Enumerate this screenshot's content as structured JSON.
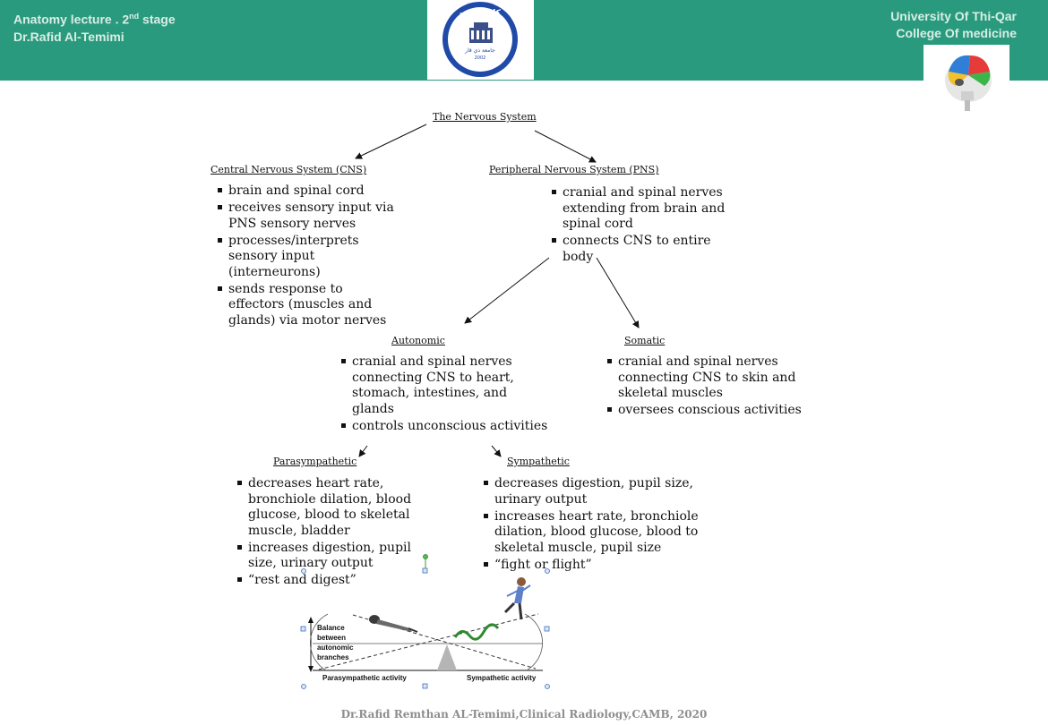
{
  "header": {
    "left_line1": "Anatomy lecture . 2",
    "left_line1_sup": "nd",
    "left_line1_suffix": " stage",
    "left_line2": "Dr.Rafid Al-Temimi",
    "right_line1": "University Of Thi-Qar",
    "right_line2": "College Of  medicine",
    "logo": {
      "arabic_top": "كلية الطب",
      "arabic_center": "جامعة ذي قار",
      "year": "2002",
      "ring_text": "College of Medicine University of Thi-Qar"
    }
  },
  "diagram": {
    "root": "The Nervous System",
    "cns": {
      "title": "Central Nervous System (CNS)",
      "bullets": [
        "brain and spinal cord",
        "receives sensory input via PNS sensory nerves",
        "processes/interprets sensory input (interneurons)",
        "sends response to effectors (muscles and glands) via motor nerves"
      ]
    },
    "pns": {
      "title": "Peripheral Nervous System (PNS)",
      "bullets": [
        "cranial and spinal nerves extending from brain and spinal cord",
        "connects CNS to entire body"
      ]
    },
    "autonomic": {
      "title": "Autonomic",
      "bullets": [
        "cranial and spinal nerves connecting CNS to heart, stomach, intestines, and glands",
        "controls unconscious activities"
      ]
    },
    "somatic": {
      "title": "Somatic",
      "bullets": [
        "cranial and spinal nerves connecting CNS to skin and skeletal muscles",
        "oversees conscious activities"
      ]
    },
    "parasympathetic": {
      "title": "Parasympathetic",
      "bullets": [
        "decreases heart rate, bronchiole dilation, blood glucose, blood to skeletal muscle, bladder",
        "increases digestion, pupil size, urinary output",
        "“rest and digest”"
      ]
    },
    "sympathetic": {
      "title": "Sympathetic",
      "bullets": [
        "decreases digestion, pupil size, urinary output",
        "increases heart rate, bronchiole dilation, blood glucose, blood to skeletal muscle, pupil size",
        "“fight or flight”"
      ]
    }
  },
  "seesaw": {
    "balance_line1": "Balance",
    "balance_line2": "between",
    "balance_line3": "autonomic",
    "balance_line4": "branches",
    "left_label": "Parasympathetic activity",
    "right_label": "Sympathetic activity"
  },
  "footer": {
    "credit": "Dr.Rafid Remthan AL-Temimi,Clinical Radiology,CAMB, 2020"
  },
  "colors": {
    "header_bg": "#2a9a7e",
    "header_text": "#d8eee6",
    "logo_blue": "#1f4aa8",
    "logo_red": "#d21f26",
    "footer_text": "#8e8e8e"
  }
}
